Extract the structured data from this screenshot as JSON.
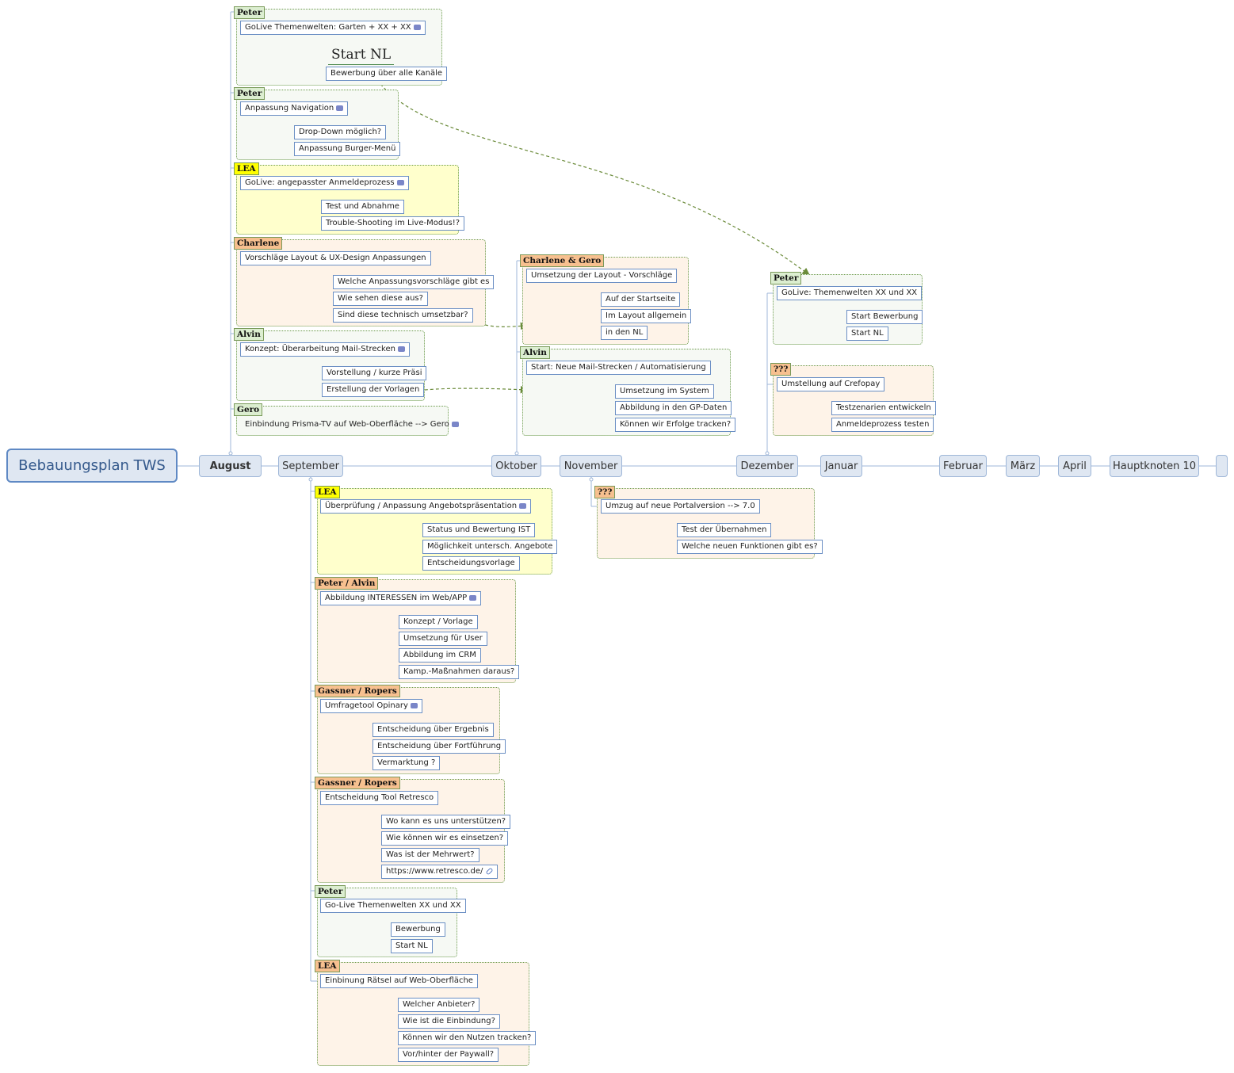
{
  "root": "Bebauungsplan TWS",
  "months": [
    "August",
    "September",
    "Oktober",
    "November",
    "Dezember",
    "Januar",
    "Februar",
    "März",
    "April",
    "Hauptknoten 10",
    ""
  ],
  "groups": {
    "g1": {
      "label": "Peter",
      "main": "GoLive Themenwelten: Garten + XX + XX",
      "free": "Start NL",
      "subs": [
        "Bewerbung über alle Kanäle"
      ]
    },
    "g2": {
      "label": "Peter",
      "main": "Anpassung Navigation",
      "subs": [
        "Drop-Down möglich?",
        "Anpassung Burger-Menü"
      ]
    },
    "g3": {
      "label": "LEA",
      "main": "GoLive: angepasster Anmeldeprozess",
      "subs": [
        "Test und Abnahme",
        "Trouble-Shooting im Live-Modus!?"
      ]
    },
    "g4": {
      "label": "Charlene",
      "main": "Vorschläge Layout & UX-Design Anpassungen",
      "subs": [
        "Welche Anpassungsvorschläge gibt es",
        "Wie sehen diese aus?",
        "Sind diese technisch umsetzbar?"
      ]
    },
    "g5": {
      "label": "Alvin",
      "main": "Konzept: Überarbeitung Mail-Strecken",
      "subs": [
        "Vorstellung / kurze Präsi",
        "Erstellung der Vorlagen"
      ]
    },
    "g6": {
      "label": "Gero",
      "main": "Einbindung Prisma-TV auf Web-Oberfläche --> Gero"
    },
    "g7": {
      "label": "Charlene & Gero",
      "main": "Umsetzung der Layout - Vorschläge",
      "subs": [
        "Auf der Startseite",
        "Im Layout allgemein",
        "in den NL"
      ]
    },
    "g8": {
      "label": "Alvin",
      "main": "Start: Neue Mail-Strecken / Automatisierung",
      "subs": [
        "Umsetzung im System",
        "Abbildung in den GP-Daten",
        "Können wir Erfolge tracken?"
      ]
    },
    "g9": {
      "label": "Peter",
      "main": "GoLive: Themenwelten XX und XX",
      "subs": [
        "Start Bewerbung",
        "Start NL"
      ]
    },
    "g10": {
      "label": "???",
      "main": "Umstellung auf Crefopay",
      "subs": [
        "Testzenarien entwickeln",
        "Anmeldeprozess testen"
      ]
    },
    "g11": {
      "label": "LEA",
      "main": "Überprüfung / Anpassung Angebotspräsentation",
      "subs": [
        "Status und Bewertung IST",
        "Möglichkeit untersch. Angebote",
        "Entscheidungsvorlage"
      ]
    },
    "g12": {
      "label": "Peter / Alvin",
      "main": "Abbildung INTERESSEN im Web/APP",
      "subs": [
        "Konzept / Vorlage",
        "Umsetzung für User",
        "Abbildung im CRM",
        "Kamp.-Maßnahmen daraus?"
      ]
    },
    "g13": {
      "label": "Gassner / Ropers",
      "main": "Umfragetool Opinary",
      "subs": [
        "Entscheidung über Ergebnis",
        "Entscheidung über Fortführung",
        "Vermarktung ?"
      ]
    },
    "g14": {
      "label": "Gassner  / Ropers",
      "main": "Entscheidung Tool  Retresco",
      "subs": [
        "Wo kann es uns unterstützen?",
        "Wie können wir es einsetzen?",
        "Was ist der Mehrwert?",
        "https://www.retresco.de/"
      ]
    },
    "g15": {
      "label": "Peter",
      "main": "Go-Live Themenwelten XX und XX",
      "subs": [
        "Bewerbung",
        "Start NL"
      ]
    },
    "g16": {
      "label": "LEA",
      "main": "Einbinung Rätsel auf Web-Oberfläche",
      "subs": [
        "Welcher Anbieter?",
        "Wie ist die Einbindung?",
        "Können wir den Nutzen tracken?",
        "Vor/hinter der Paywall?"
      ]
    },
    "g17": {
      "label": "???",
      "main": "Umzug auf neue Portalversion --> 7.0",
      "subs": [
        "Test der Übernahmen",
        "Welche neuen Funktionen gibt es?"
      ]
    }
  },
  "colors": {
    "green_bg": "#f6f9f4",
    "yellow_bg": "#ffffcc",
    "peach_bg": "#fef3e8",
    "label_green": "#dceed0",
    "label_yellow": "#ffff00",
    "label_orange": "#f7c08f",
    "node_border": "#6b8fc4",
    "month_bg": "#dfe7f2"
  },
  "icons": {
    "task": "page-icon",
    "link": "link-icon"
  }
}
